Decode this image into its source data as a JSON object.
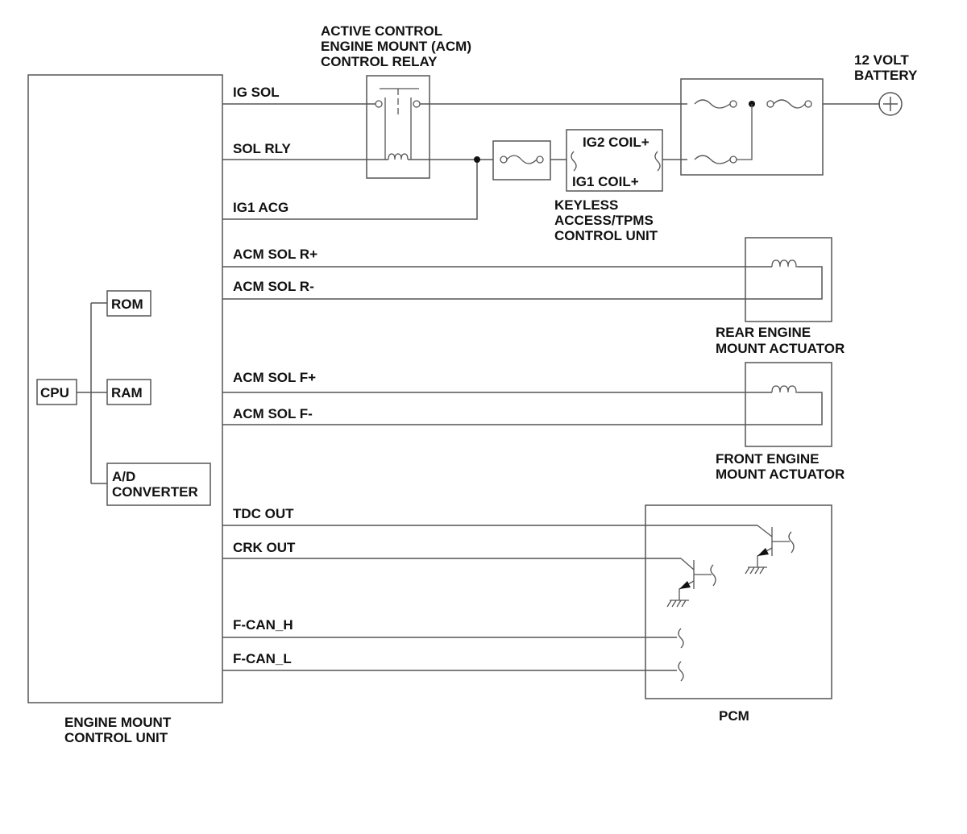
{
  "ecu": {
    "title_line1": "ENGINE MOUNT",
    "title_line2": "CONTROL UNIT",
    "cpu": "CPU",
    "rom": "ROM",
    "ram": "RAM",
    "adc_line1": "A/D",
    "adc_line2": "CONVERTER"
  },
  "signals": {
    "ig_sol": "IG SOL",
    "sol_rly": "SOL RLY",
    "ig1_acg": "IG1 ACG",
    "acm_sol_r_plus": "ACM SOL R+",
    "acm_sol_r_minus": "ACM SOL R-",
    "acm_sol_f_plus": "ACM SOL F+",
    "acm_sol_f_minus": "ACM SOL F-",
    "tdc_out": "TDC OUT",
    "crk_out": "CRK OUT",
    "f_can_h": "F-CAN_H",
    "f_can_l": "F-CAN_L"
  },
  "relay": {
    "line1": "ACTIVE CONTROL",
    "line2": "ENGINE MOUNT (ACM)",
    "line3": "CONTROL RELAY"
  },
  "battery": {
    "line1": "12 VOLT",
    "line2": "BATTERY"
  },
  "keyless": {
    "ig2": "IG2 COIL+",
    "ig1": "IG1 COIL+",
    "line1": "KEYLESS",
    "line2": "ACCESS/TPMS",
    "line3": "CONTROL UNIT"
  },
  "rear_actuator": {
    "line1": "REAR ENGINE",
    "line2": "MOUNT ACTUATOR"
  },
  "front_actuator": {
    "line1": "FRONT ENGINE",
    "line2": "MOUNT ACTUATOR"
  },
  "pcm": {
    "label": "PCM"
  }
}
